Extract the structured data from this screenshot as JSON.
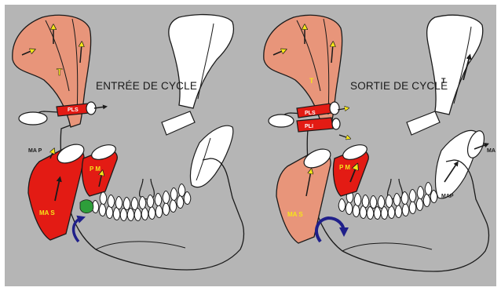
{
  "colors": {
    "background": "#b5b5b5",
    "panel_border": "#9a9a9a",
    "muscle_salmon": "#e8957a",
    "muscle_red": "#e31b14",
    "muscle_white": "#ffffff",
    "outline": "#1a1a1a",
    "yellow_arrow": "#f5e51a",
    "yellow_text": "#f5e51a",
    "rotation_arrow": "#1f1f8a",
    "green_disc": "#2e9e3a"
  },
  "left_panel": {
    "title": "ENTRÉE DE CYCLE",
    "labels": {
      "temporalis": "T",
      "pls": "PLS",
      "map": "MA P",
      "pm": "P M",
      "mas": "MA S"
    }
  },
  "right_panel": {
    "title": "SORTIE DE CYCLE",
    "labels": {
      "temporalis": "T",
      "pls": "PLS",
      "pli": "PLI",
      "pm": "P M",
      "mas": "MA S",
      "temporalis_contra": "T",
      "map_contra": "MAP",
      "ma_edge": "MA"
    }
  }
}
